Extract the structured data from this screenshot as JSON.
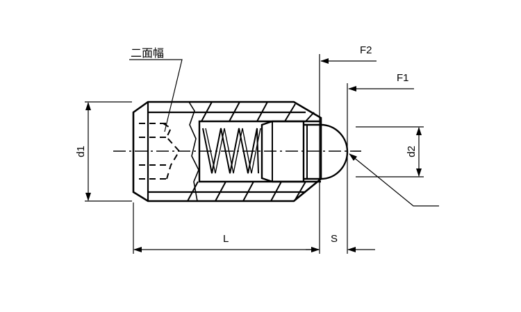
{
  "labels": {
    "width_across_flats": "二面幅",
    "d1": "d1",
    "d2": "d2",
    "L": "L",
    "S": "S",
    "F1": "F1",
    "F2": "F2"
  },
  "colors": {
    "line": "#000000",
    "background": "#ffffff"
  }
}
